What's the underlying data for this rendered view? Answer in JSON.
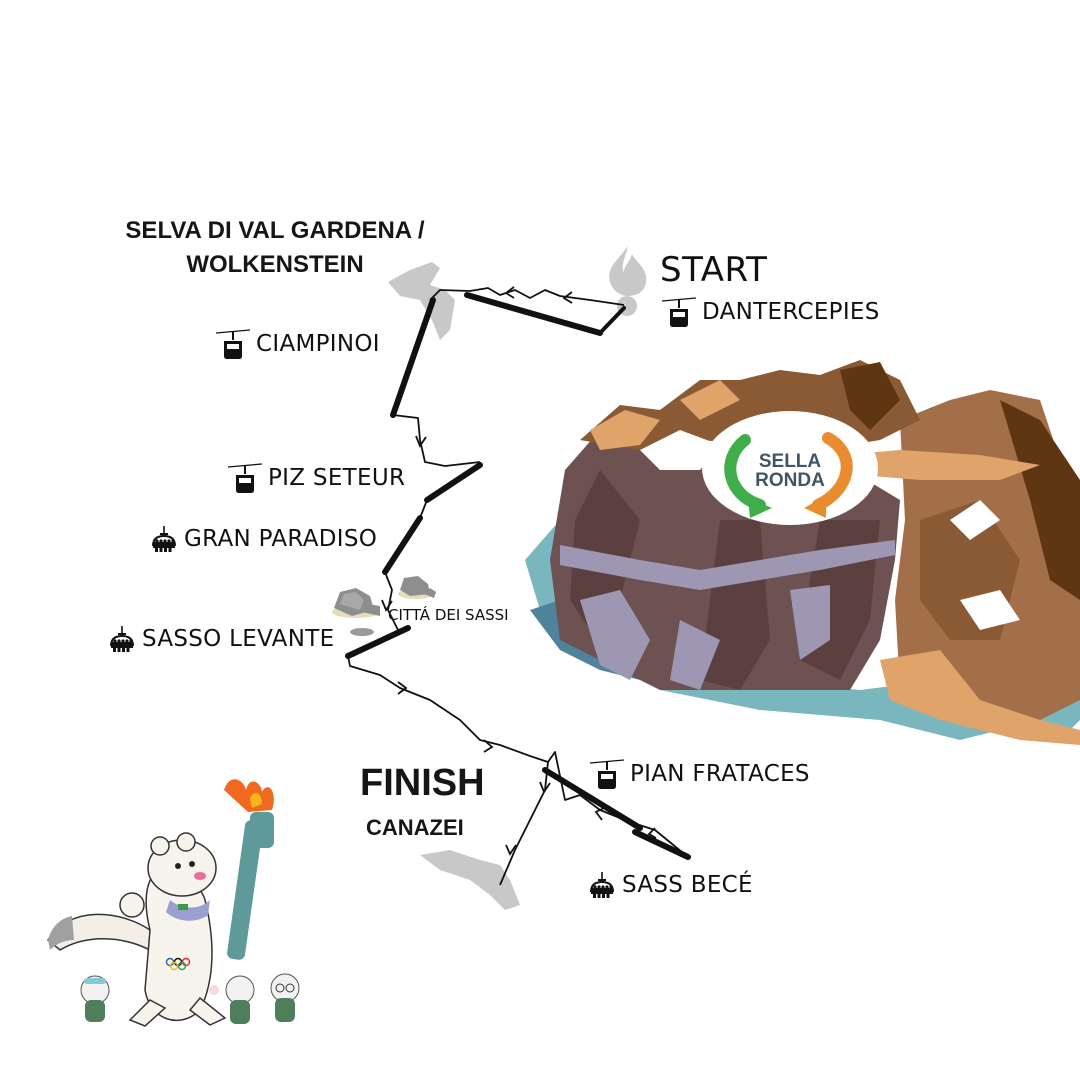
{
  "map": {
    "start_place": {
      "title_line1": "SELVA DI VAL GARDENA /",
      "title_line2": "WOLKENSTEIN"
    },
    "start": {
      "label": "START",
      "station": "DANTERCEPIES",
      "station_icon": "gondola-icon"
    },
    "stations": [
      {
        "name": "CIAMPINOI",
        "icon": "gondola-icon"
      },
      {
        "name": "PIZ SETEUR",
        "icon": "gondola-icon"
      },
      {
        "name": "GRAN PARADISO",
        "icon": "chairlift-icon"
      },
      {
        "name": "SASSO LEVANTE",
        "icon": "chairlift-icon"
      },
      {
        "name": "PIAN FRATACES",
        "icon": "gondola-icon"
      },
      {
        "name": "SASS BECÉ",
        "icon": "chairlift-icon"
      }
    ],
    "landmark": {
      "name": "CITTÁ DEI SASSI",
      "icon": "rocks-icon"
    },
    "finish": {
      "label": "FINISH",
      "place": "CANAZEI"
    },
    "logo": {
      "line1": "SELLA",
      "line2": "RONDA",
      "colors": {
        "left_arrow": "#3fae49",
        "right_arrow": "#e98b2f",
        "text": "#3f5668"
      }
    },
    "mascot": {
      "description": "Olympic torch mascot",
      "icon": "mascot-illustration"
    },
    "colors": {
      "route_line": "#111111",
      "town_shape": "#c8c8c8",
      "flame_icon": "#c8c8c8",
      "rock_dark": "#6b4b4b",
      "rock_brown": "#8a5a34",
      "rock_light": "#e0a46b",
      "snow_shadow": "#9d97b3",
      "ice": "#7ab6be"
    }
  }
}
